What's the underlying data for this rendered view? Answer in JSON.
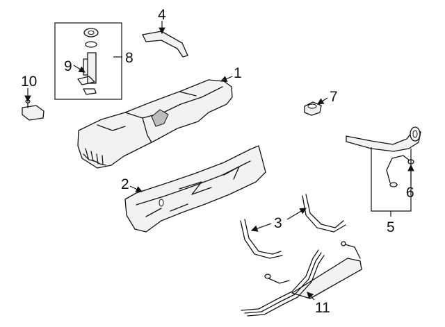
{
  "callouts": {
    "c1": "1",
    "c2": "2",
    "c3": "3",
    "c4": "4",
    "c5": "5",
    "c6": "6",
    "c7": "7",
    "c8": "8",
    "c9": "9",
    "c10": "10",
    "c11": "11"
  },
  "colors": {
    "line": "#111111",
    "fill": "#f2f2f2",
    "shade": "#bdbdbd",
    "background": "#ffffff"
  }
}
